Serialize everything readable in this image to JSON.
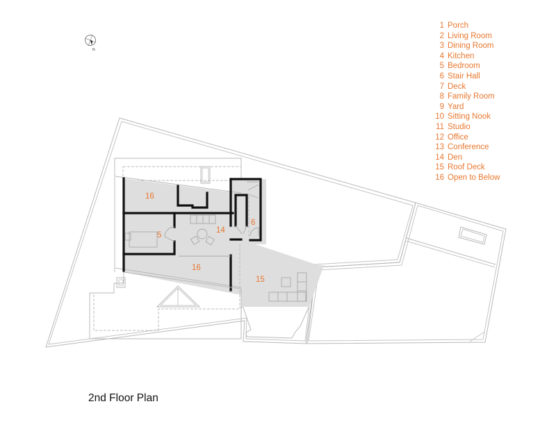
{
  "title": "2nd Floor Plan",
  "compass": {
    "icon": "north-arrow-icon",
    "label": "N"
  },
  "colors": {
    "label": "#e8772e",
    "wall": "#111111",
    "floor": "#dedede",
    "outline": "#b8b8b8"
  },
  "legend": [
    {
      "num": "1",
      "name": "Porch"
    },
    {
      "num": "2",
      "name": "Living Room"
    },
    {
      "num": "3",
      "name": "Dining Room"
    },
    {
      "num": "4",
      "name": "Kitchen"
    },
    {
      "num": "5",
      "name": "Bedroom"
    },
    {
      "num": "6",
      "name": "Stair Hall"
    },
    {
      "num": "7",
      "name": "Deck"
    },
    {
      "num": "8",
      "name": "Family Room"
    },
    {
      "num": "9",
      "name": "Yard"
    },
    {
      "num": "10",
      "name": "Sitting Nook"
    },
    {
      "num": "11",
      "name": "Studio"
    },
    {
      "num": "12",
      "name": "Office"
    },
    {
      "num": "13",
      "name": "Conference"
    },
    {
      "num": "14",
      "name": "Den"
    },
    {
      "num": "15",
      "name": "Roof Deck"
    },
    {
      "num": "16",
      "name": "Open to Below"
    }
  ],
  "room_labels": {
    "open_top": "16",
    "bedroom": "5",
    "den": "14",
    "stair_hall": "6",
    "open_bottom": "16",
    "roof_deck": "15"
  }
}
